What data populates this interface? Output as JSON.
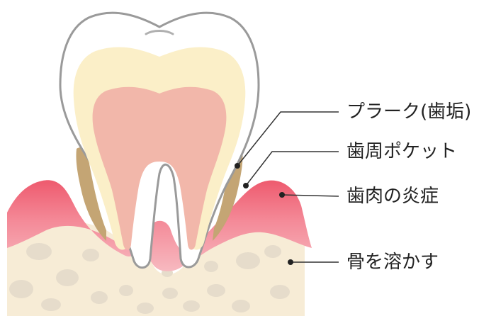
{
  "labels": {
    "plaque": "プラーク(歯垢)",
    "pocket": "歯周ポケット",
    "inflammation": "歯肉の炎症",
    "bone_loss": "骨を溶かす"
  },
  "colors": {
    "bone": "#f7ecd6",
    "bone_spots": "#e6dccb",
    "gum": "#f49aa6",
    "gum_peak": "#ee5a6e",
    "tooth_outline": "#9a9a9a",
    "tooth_white": "#ffffff",
    "dentin": "#fbefc8",
    "pulp": "#f2b7aa",
    "plaque": "#c4a574",
    "leader_line": "#333333"
  }
}
